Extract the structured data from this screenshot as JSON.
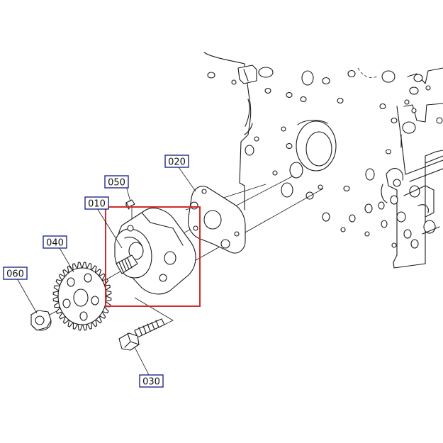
{
  "callouts": [
    {
      "id": "010",
      "label": "010"
    },
    {
      "id": "020",
      "label": "020"
    },
    {
      "id": "030",
      "label": "030"
    },
    {
      "id": "040",
      "label": "040"
    },
    {
      "id": "050",
      "label": "050"
    },
    {
      "id": "060",
      "label": "060"
    }
  ],
  "colors": {
    "callout_border": "#1e2a8c",
    "highlight_box": "#d42a2a",
    "line": "#1a1a1a"
  }
}
